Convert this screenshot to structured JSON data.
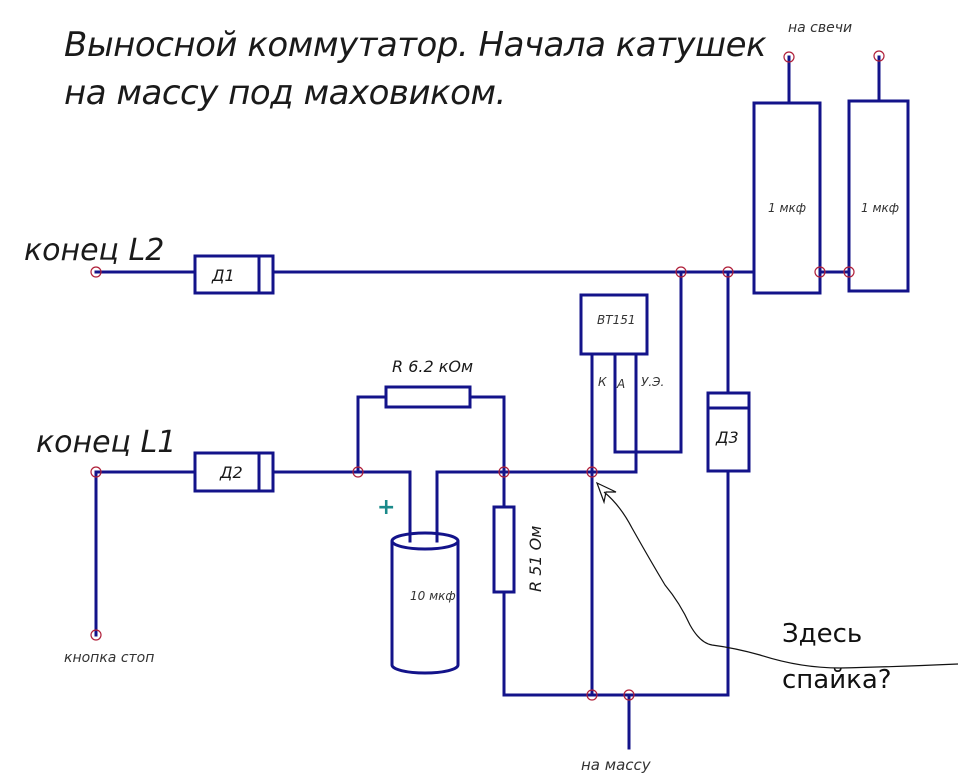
{
  "title": {
    "line1": "Выносной коммутатор. Начала катушек",
    "line2": "на массу под маховиком."
  },
  "terminals": {
    "l2_end": "конец L2",
    "l1_end": "конец L1",
    "stop_button": "кнопка стоп",
    "to_spark_plugs": "на свечи",
    "to_ground": "на массу"
  },
  "components": {
    "d1": "Д1",
    "d2": "Д2",
    "d3": "Д3",
    "thyristor": "BT151",
    "thyristor_pins": {
      "cathode": "К",
      "anode": "А",
      "gate": "У.Э."
    },
    "r1": "R 6.2 кОм",
    "r2": "R 51 Ом",
    "c_electrolytic": "10 мкф",
    "c_plus": "+",
    "coil1": "1 мкф",
    "coil2": "1 мкф"
  },
  "annotation": {
    "line1": "Здесь",
    "line2": "спайка?"
  },
  "colors": {
    "wire": "#13138a",
    "node": "#b0203a",
    "plus": "#1a8a8a"
  }
}
